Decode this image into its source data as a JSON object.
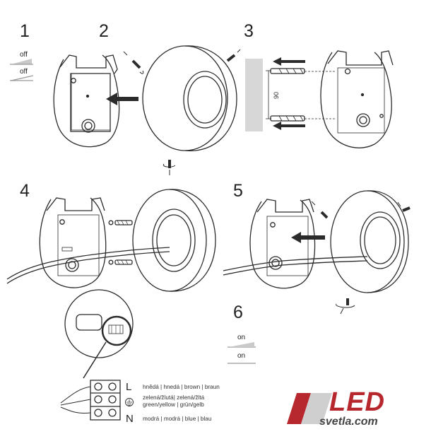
{
  "steps": [
    "1",
    "2",
    "3",
    "4",
    "5",
    "6"
  ],
  "switch_off": {
    "label_top": "off",
    "label_bottom": "off"
  },
  "switch_on": {
    "label_top": "on",
    "label_bottom": "on"
  },
  "dimension": "90",
  "terminals": [
    "L",
    "N"
  ],
  "wires": {
    "brown": "hnědá | hnedá | brown | braun",
    "green_yellow_1": "zelená/žlutá| zelená/žltá",
    "green_yellow_2": "green/yellow | grün/gelb",
    "blue": "modrá | modrá | blue | blau"
  },
  "logo": {
    "main": "LED",
    "sub": "svetla.com",
    "accent": "#b7282e"
  },
  "colors": {
    "line": "#2b2b2b",
    "grey": "#d7d7d7",
    "dark": "#333333"
  }
}
